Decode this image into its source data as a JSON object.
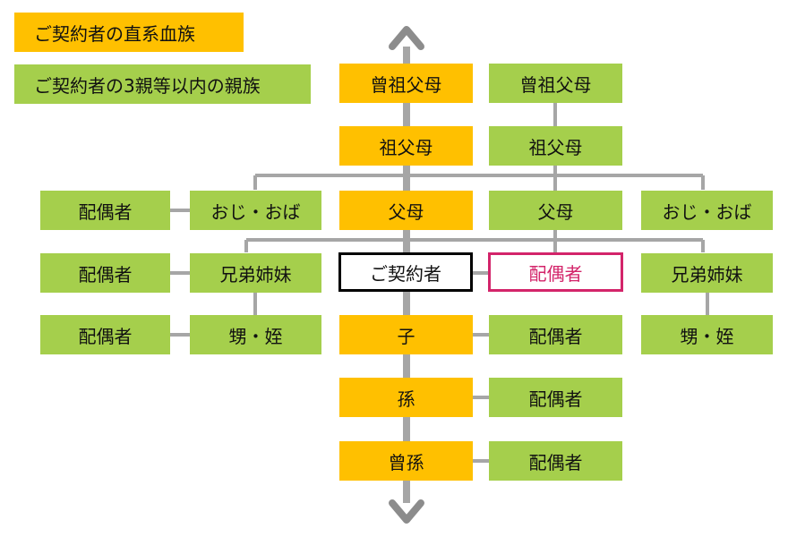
{
  "legend": {
    "direct_lineal": "ご契約者の直系血族",
    "within_third_degree": "ご契約者の3親等以内の親族"
  },
  "tree": {
    "great_grandparents": "曾祖父母",
    "grandparents": "祖父母",
    "parents": "父母",
    "uncle_aunt": "おじ・おば",
    "spouse": "配偶者",
    "siblings": "兄弟姉妹",
    "contractor": "ご契約者",
    "contractor_spouse": "配偶者",
    "child": "子",
    "nephew_niece": "甥・姪",
    "grandchild": "孫",
    "great_grandchild": "曾孫"
  },
  "colors": {
    "direct_lineal": "#FFC000",
    "relative": "#A5CF4C",
    "spouse_border": "#D3246A",
    "connector": "#A6A6A6",
    "arrow": "#8C8C8C"
  }
}
